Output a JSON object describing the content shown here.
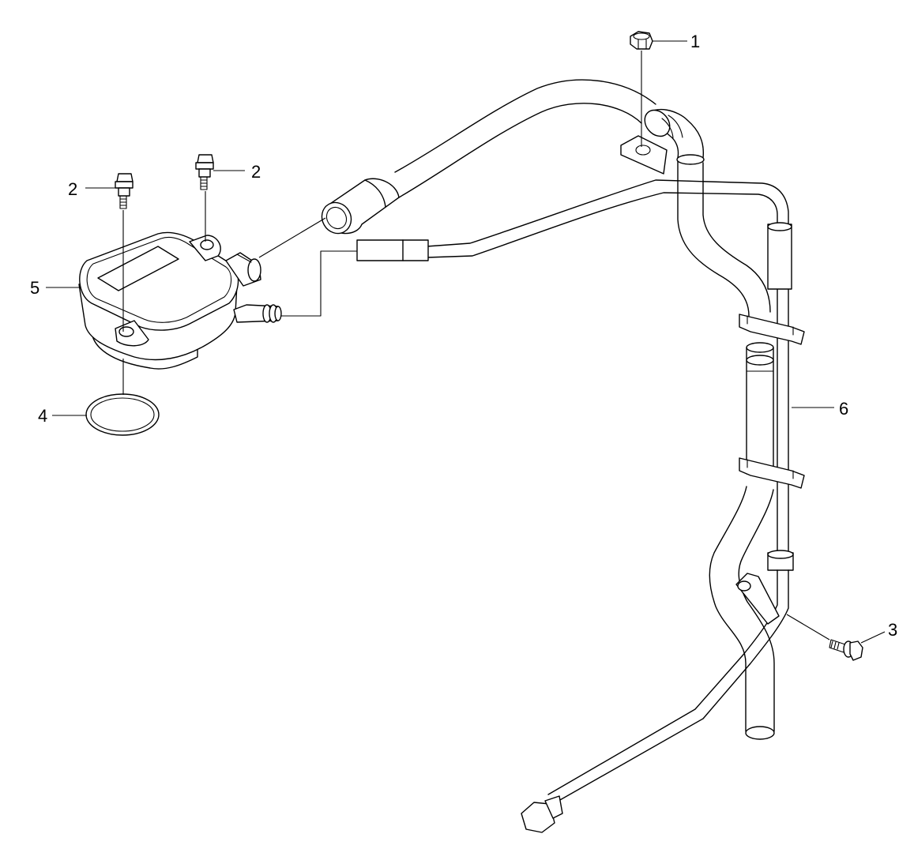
{
  "diagram": {
    "callouts": [
      {
        "id": "c1",
        "text": "1"
      },
      {
        "id": "c2a",
        "text": "2"
      },
      {
        "id": "c2b",
        "text": "2"
      },
      {
        "id": "c3",
        "text": "3"
      },
      {
        "id": "c4",
        "text": "4"
      },
      {
        "id": "c5",
        "text": "5"
      },
      {
        "id": "c6",
        "text": "6"
      }
    ],
    "colors": {
      "line": "#000000",
      "background": "#ffffff"
    }
  }
}
